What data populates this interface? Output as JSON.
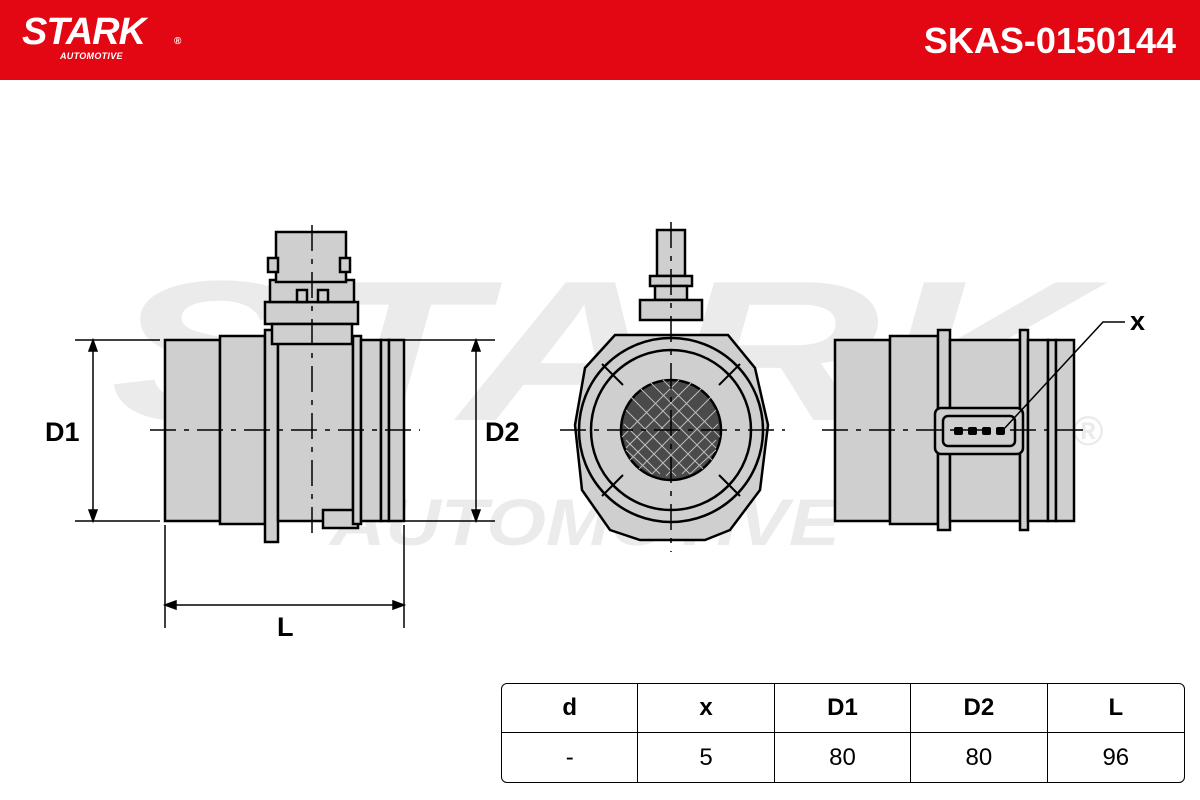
{
  "brand": {
    "name": "STARK",
    "reg": "®",
    "sub": "AUTOMOTIVE"
  },
  "part_number": "SKAS-0150144",
  "watermark": {
    "main": "STARK",
    "sub": "AUTOMOTIVE",
    "reg": "®"
  },
  "labels": {
    "d1": "D1",
    "d2": "D2",
    "l": "L",
    "x": "x"
  },
  "table": {
    "headers": [
      "d",
      "x",
      "D1",
      "D2",
      "L"
    ],
    "values": [
      "-",
      "5",
      "80",
      "80",
      "96"
    ]
  },
  "colors": {
    "header": "#e30613",
    "part_fill": "#cfcfcf",
    "watermark": "#ebebeb"
  }
}
